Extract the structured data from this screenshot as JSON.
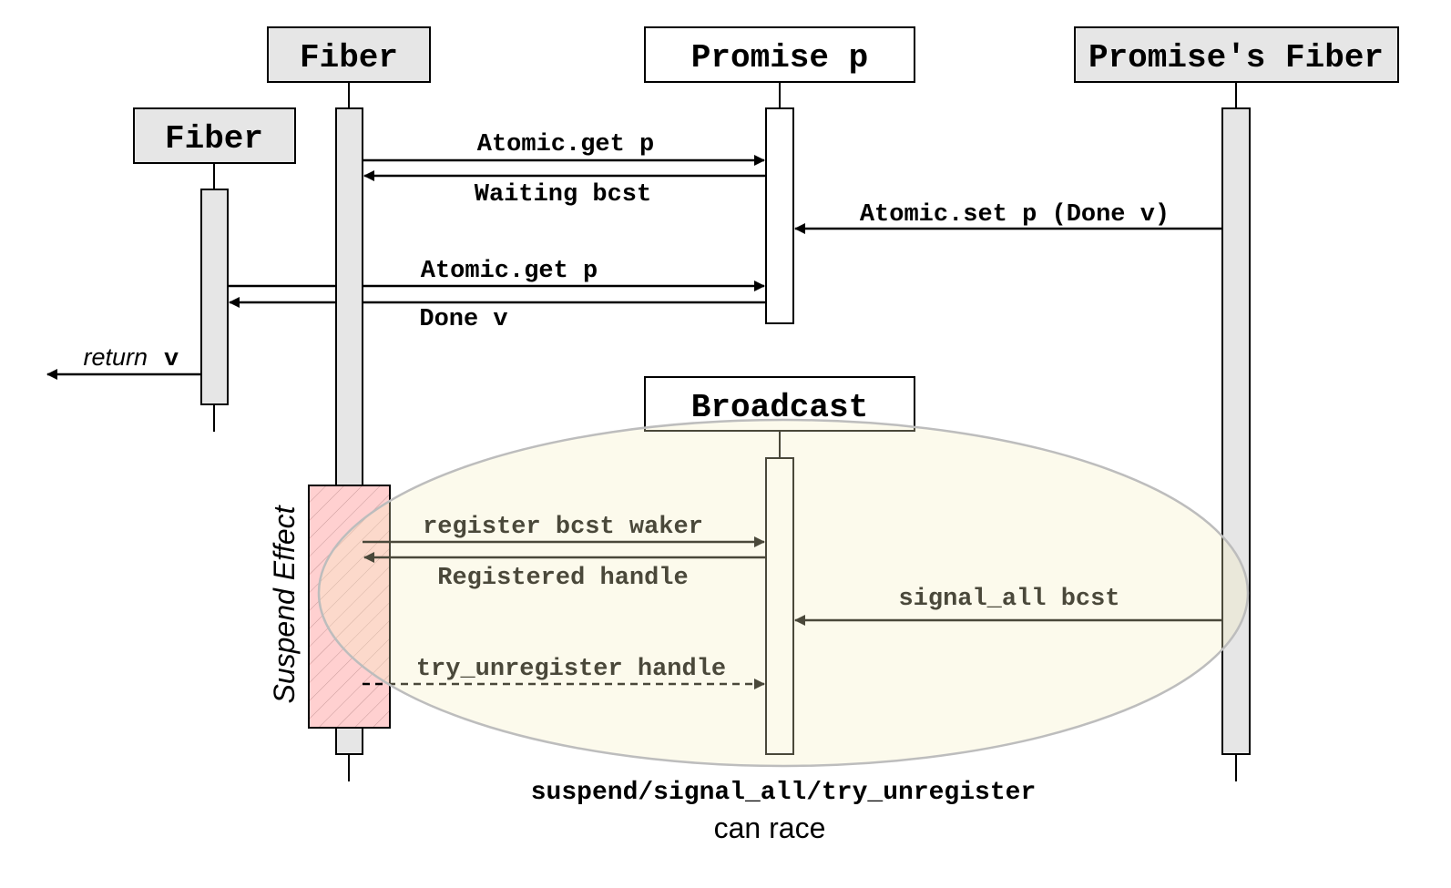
{
  "participants": {
    "fiber_main": "Fiber",
    "promise": "Promise p",
    "promise_fiber": "Promise's Fiber",
    "fiber_inner": "Fiber",
    "broadcast": "Broadcast"
  },
  "messages": {
    "atomic_get_1": "Atomic.get p",
    "waiting_bcst": "Waiting bcst",
    "atomic_set": "Atomic.set p (Done v)",
    "atomic_get_2": "Atomic.get p",
    "done_v": "Done v",
    "return_word": "return",
    "return_value": "v",
    "register_waker": "register bcst waker",
    "registered_handle": "Registered handle",
    "signal_all": "signal_all bcst",
    "try_unregister": "try_unregister handle"
  },
  "annotations": {
    "suspend_effect": "Suspend Effect",
    "race_line1": "suspend/signal_all/try_unregister",
    "race_line2": "can race"
  },
  "colors": {
    "participant_fill": "#e6e6e6",
    "activation_fill": "#e6e6e6",
    "suspend_fill": "#ffd0d0",
    "race_ellipse_fill": "#fdfbea",
    "race_ellipse_stroke": "#bdbdbd",
    "line": "#000000"
  }
}
